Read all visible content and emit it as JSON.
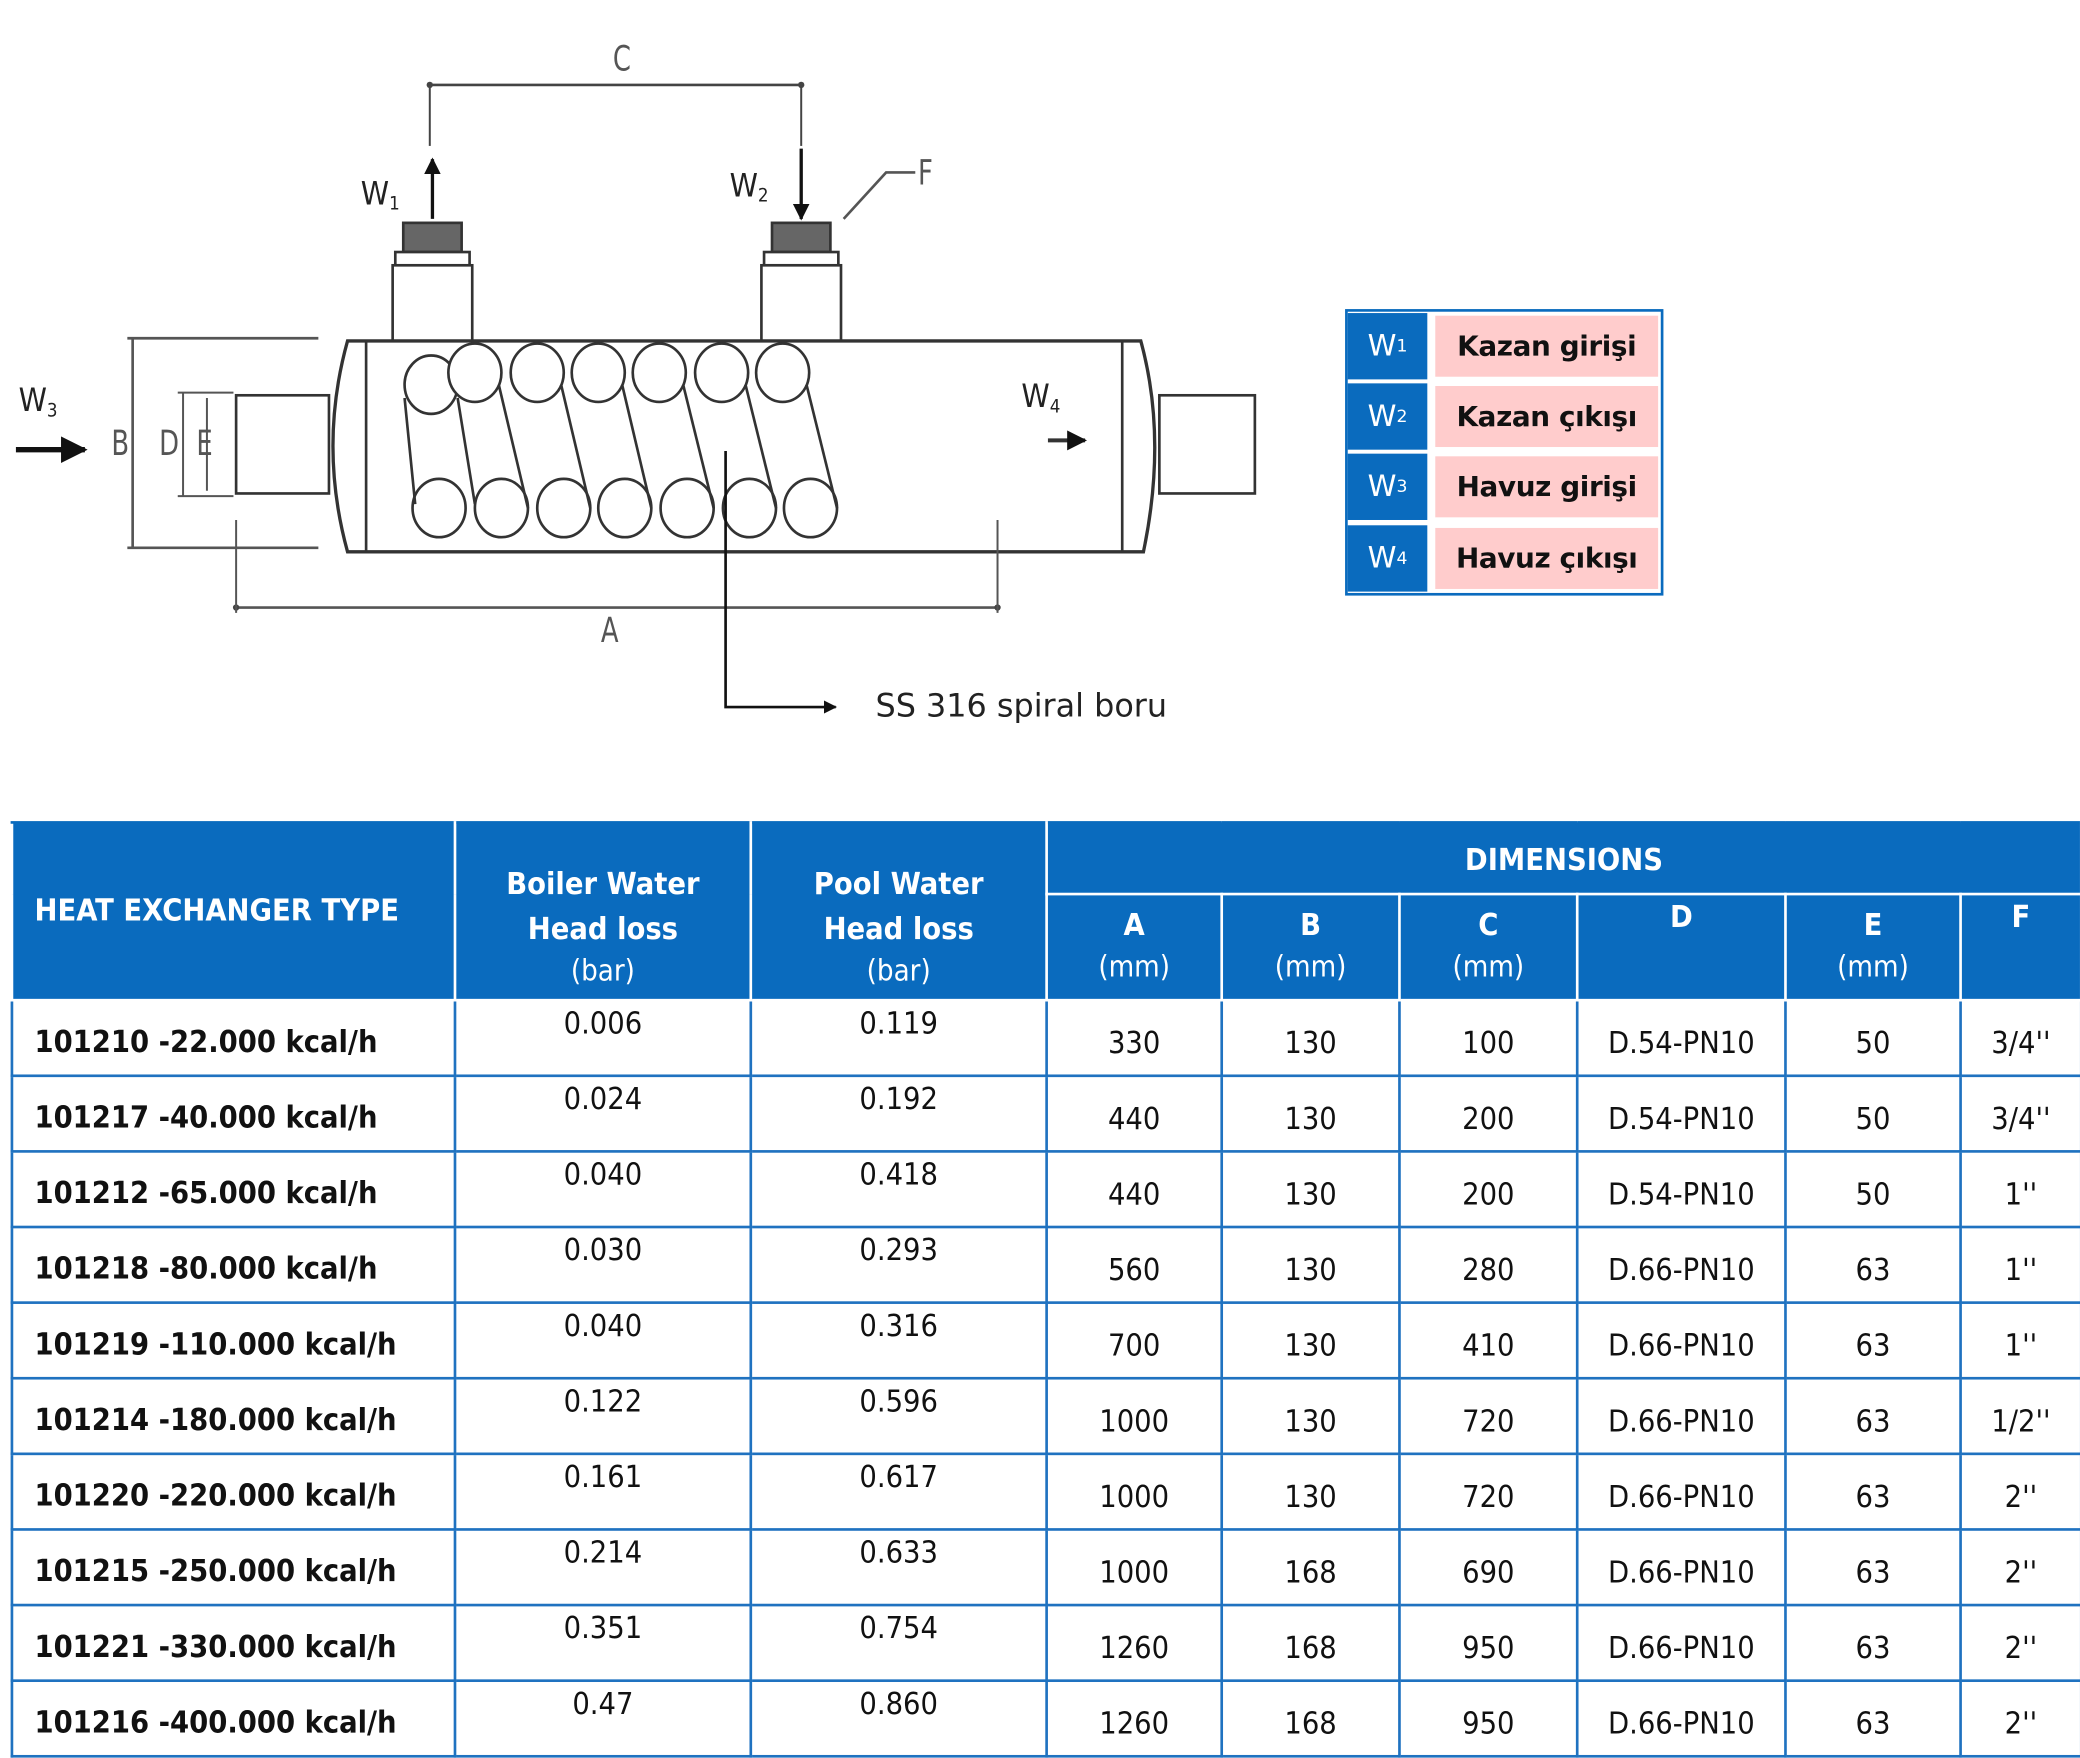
{
  "diagram": {
    "ports": {
      "w1": {
        "base": "W",
        "sub": "1"
      },
      "w2": {
        "base": "W",
        "sub": "2"
      },
      "w3": {
        "base": "W",
        "sub": "3"
      },
      "w4": {
        "base": "W",
        "sub": "4"
      }
    },
    "dimension_letters": {
      "a": "A",
      "b": "B",
      "c": "C",
      "d": "D",
      "e": "E",
      "f": "F"
    },
    "callout": "SS 316 spiral boru"
  },
  "legend": {
    "rows": [
      {
        "key": "W",
        "sub": "1",
        "label": "Kazan girişi"
      },
      {
        "key": "W",
        "sub": "2",
        "label": "Kazan çıkışı"
      },
      {
        "key": "W",
        "sub": "3",
        "label": "Havuz girişi"
      },
      {
        "key": "W",
        "sub": "4",
        "label": "Havuz çıkışı"
      }
    ]
  },
  "table": {
    "headers": {
      "type": "HEAT EXCHANGER TYPE",
      "boiler": {
        "line1": "Boiler Water",
        "line2": "Head loss",
        "unit": "(bar)"
      },
      "pool": {
        "line1": "Pool Water",
        "line2": "Head loss",
        "unit": "(bar)"
      },
      "dimensions": "DIMENSIONS",
      "dims": [
        {
          "label": "A",
          "unit": "(mm)"
        },
        {
          "label": "B",
          "unit": "(mm)"
        },
        {
          "label": "C",
          "unit": "(mm)"
        },
        {
          "label": "D",
          "unit": ""
        },
        {
          "label": "E",
          "unit": "(mm)"
        },
        {
          "label": "F",
          "unit": ""
        }
      ]
    },
    "rows": [
      {
        "type": "101210 -22.000 kcal/h",
        "boiler": "0.006",
        "pool": "0.119",
        "a": "330",
        "b": "130",
        "c": "100",
        "d": "D.54-PN10",
        "e": "50",
        "f": "3/4''"
      },
      {
        "type": "101217 -40.000 kcal/h",
        "boiler": "0.024",
        "pool": "0.192",
        "a": "440",
        "b": "130",
        "c": "200",
        "d": "D.54-PN10",
        "e": "50",
        "f": "3/4''"
      },
      {
        "type": "101212 -65.000 kcal/h",
        "boiler": "0.040",
        "pool": "0.418",
        "a": "440",
        "b": "130",
        "c": "200",
        "d": "D.54-PN10",
        "e": "50",
        "f": "1''"
      },
      {
        "type": "101218 -80.000 kcal/h",
        "boiler": "0.030",
        "pool": "0.293",
        "a": "560",
        "b": "130",
        "c": "280",
        "d": "D.66-PN10",
        "e": "63",
        "f": "1''"
      },
      {
        "type": "101219 -110.000 kcal/h",
        "boiler": "0.040",
        "pool": "0.316",
        "a": "700",
        "b": "130",
        "c": "410",
        "d": "D.66-PN10",
        "e": "63",
        "f": "1''"
      },
      {
        "type": "101214 -180.000 kcal/h",
        "boiler": "0.122",
        "pool": "0.596",
        "a": "1000",
        "b": "130",
        "c": "720",
        "d": "D.66-PN10",
        "e": "63",
        "f": "1/2''"
      },
      {
        "type": "101220 -220.000 kcal/h",
        "boiler": "0.161",
        "pool": "0.617",
        "a": "1000",
        "b": "130",
        "c": "720",
        "d": "D.66-PN10",
        "e": "63",
        "f": "2''"
      },
      {
        "type": "101215 -250.000 kcal/h",
        "boiler": "0.214",
        "pool": "0.633",
        "a": "1000",
        "b": "168",
        "c": "690",
        "d": "D.66-PN10",
        "e": "63",
        "f": "2''"
      },
      {
        "type": "101221 -330.000 kcal/h",
        "boiler": "0.351",
        "pool": "0.754",
        "a": "1260",
        "b": "168",
        "c": "950",
        "d": "D.66-PN10",
        "e": "63",
        "f": "2''"
      },
      {
        "type": "101216 -400.000 kcal/h",
        "boiler": "0.47",
        "pool": "0.860",
        "a": "1260",
        "b": "168",
        "c": "950",
        "d": "D.66-PN10",
        "e": "63",
        "f": "2''"
      }
    ]
  },
  "colors": {
    "header_blue": "#0A6BBE",
    "legend_pink": "#FFCCCC",
    "grid_blue": "#1F72C0"
  }
}
